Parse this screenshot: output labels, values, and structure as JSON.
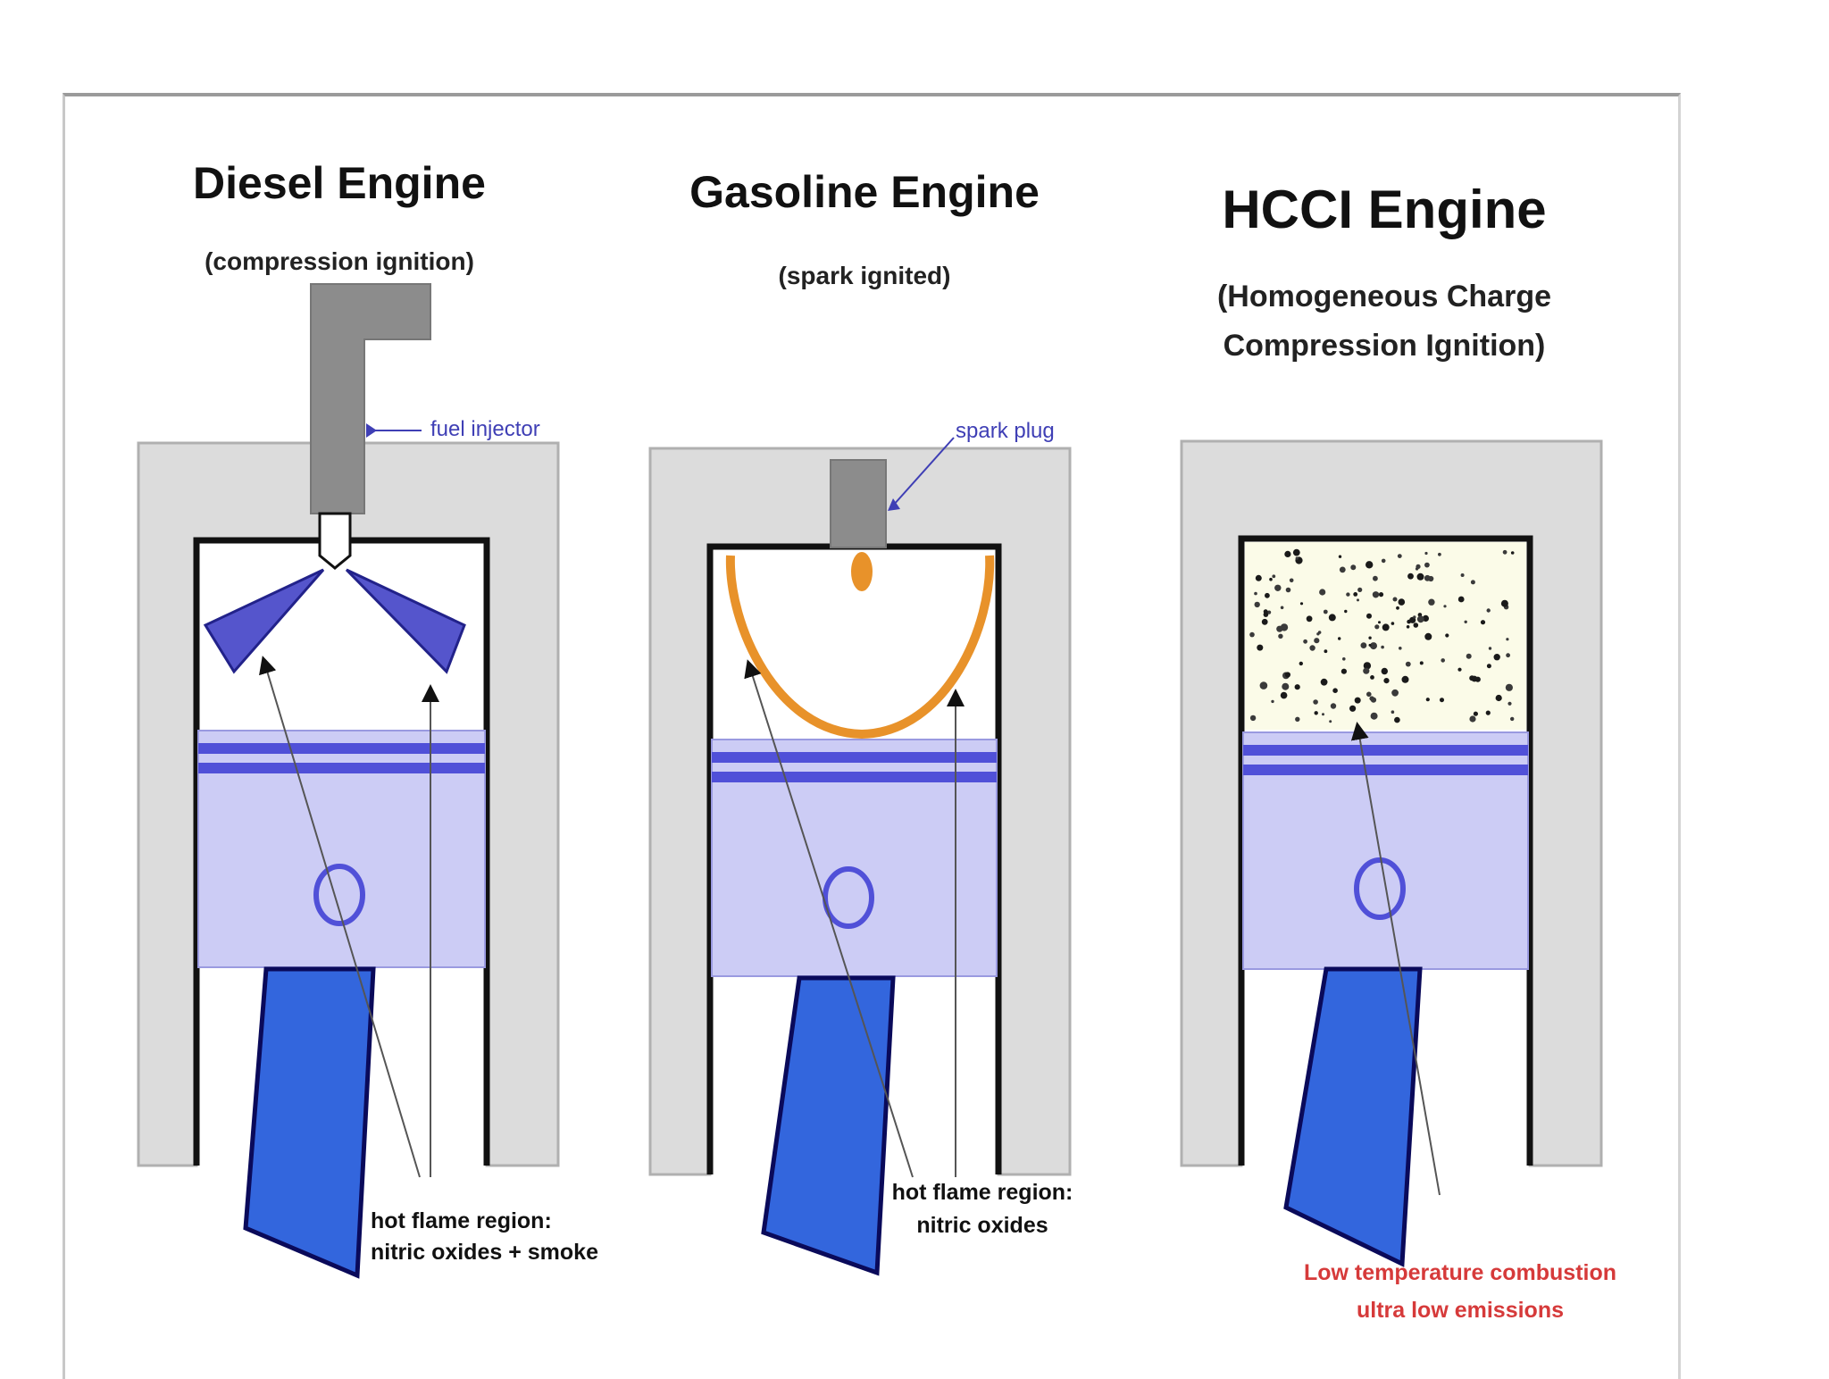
{
  "engines": [
    {
      "title": "Diesel Engine",
      "subtitle": "(compression ignition)",
      "callout": "fuel injector",
      "note_lines": [
        "hot flame region:",
        "nitric oxides + smoke"
      ]
    },
    {
      "title": "Gasoline Engine",
      "subtitle": "(spark ignited)",
      "callout": "spark plug",
      "note_lines": [
        "hot flame region:",
        "nitric oxides"
      ]
    },
    {
      "title": "HCCI Engine",
      "subtitle_lines": [
        "(Homogeneous Charge",
        "Compression Ignition)"
      ],
      "note_lines": [
        "Low temperature combustion",
        "ultra low emissions"
      ]
    }
  ],
  "colors": {
    "cylinder": "#dcdcdc",
    "piston": "#ccccf5",
    "ring": "#5050d8",
    "rod": "#3366dd",
    "spray": "#5555cc",
    "flame": "#e8922a",
    "injector": "#8c8c8c",
    "red_note": "#d63a3a"
  }
}
